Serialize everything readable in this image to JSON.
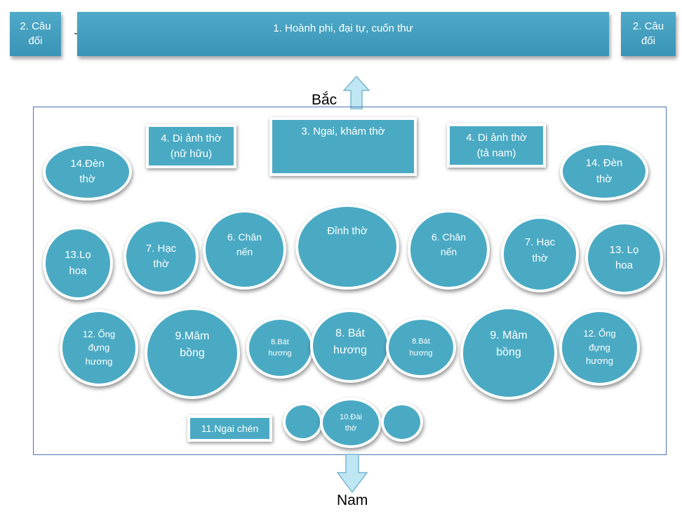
{
  "banner": {
    "left": "2. Câu\nđối",
    "center": "1. Hoành phi, đại tự, cuốn thư",
    "right": "2. Câu\nđối"
  },
  "compass": {
    "north": "Bắc",
    "south": "Nam"
  },
  "rects": {
    "portrait_left": "4. Di ảnh thờ\n(nữ hữu)",
    "shrine": "3. Ngai, khám thờ",
    "portrait_right": "4. Di ảnh thờ\n(tả nam)",
    "cup_throne": "11.Ngai chén"
  },
  "circles": {
    "lamp_left": "14.Đèn\nthờ",
    "lamp_right": "14. Đèn\nthờ",
    "vase_left": "13.Lọ\nhoa",
    "crane_left": "7. Hạc\nthờ",
    "candle_left": "6. Chân\nnến",
    "censer": "Đỉnh thờ",
    "candle_right": "6. Chân\nnến",
    "crane_right": "7. Hạc\nthờ",
    "vase_right": "13. Lọ\nhoa",
    "incense_tube_left": "12. Ống\nđựng\nhương",
    "tray_left": "9.Mâm\nbồng",
    "bowl_small_left": "8.Bát\nhương",
    "bowl_main": "8. Bát\nhương",
    "bowl_small_right": "8.Bát\nhương",
    "tray_right": "9. Mâm\nbồng",
    "incense_tube_right": "12. Ống\nđựng\nhương",
    "cup_stand": "10.Đài\nthờ"
  },
  "colors": {
    "fill": "#4aaac4",
    "banner": "#3f9ebf",
    "frame": "#4a74b8",
    "arrow": "#bfe6f3"
  }
}
